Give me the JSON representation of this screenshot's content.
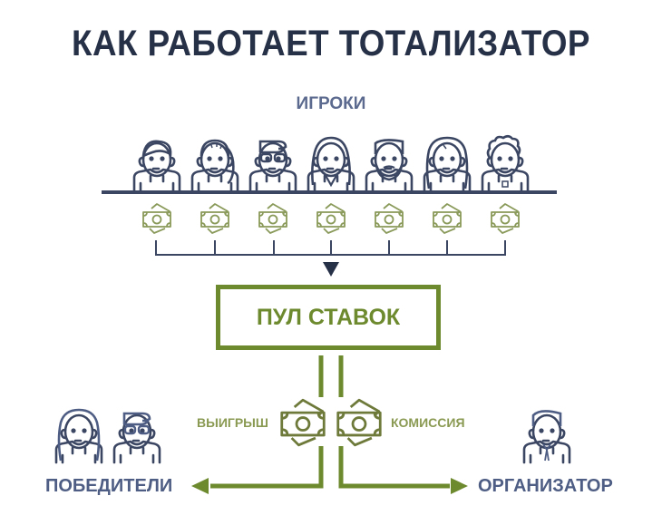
{
  "title": "КАК РАБОТАЕТ ТОТАЛИЗАТОР",
  "players": {
    "label": "ИГРОКИ",
    "avatars": [
      {
        "icon": "man-beard-avatar-icon"
      },
      {
        "icon": "woman-ponytail-avatar-icon"
      },
      {
        "icon": "man-glasses-avatar-icon"
      },
      {
        "icon": "woman-long-hair-avatar-icon"
      },
      {
        "icon": "man-full-beard-avatar-icon"
      },
      {
        "icon": "woman-straight-hair-avatar-icon"
      },
      {
        "icon": "man-curly-hair-avatar-icon"
      }
    ],
    "bet_icon": "money-bill-icon"
  },
  "pool": {
    "label": "ПУЛ СТАВОК"
  },
  "flows": {
    "winnings_label": "ВЫИГРЫШ",
    "commission_label": "КОМИССИЯ"
  },
  "recipients": {
    "winners_label": "ПОБЕДИТЕЛИ",
    "organizer_label": "ОРГАНИЗАТОР"
  },
  "colors": {
    "navy": "#263047",
    "slate": "#4e5d83",
    "olive": "#6e8a2f",
    "money": "#7d8a4e"
  }
}
